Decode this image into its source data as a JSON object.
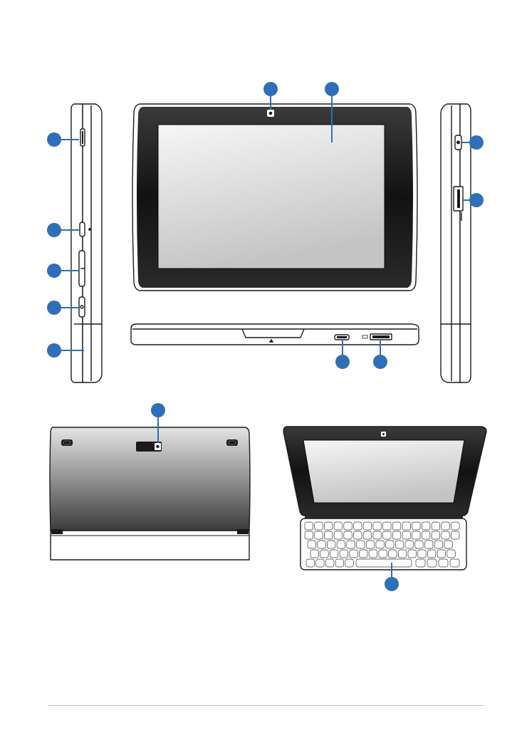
{
  "colors": {
    "callout": "#2f6fb8",
    "outline": "#1a1a1a",
    "bezel": "#141414",
    "screen_light": "#f3f3f3",
    "screen_dark": "#bdbdbd",
    "back_top": "#dcdcdc",
    "back_bottom": "#4a4a4a"
  },
  "views": {
    "left_side": {
      "callouts": 5
    },
    "front": {
      "callouts": 2
    },
    "right_side": {
      "callouts": 2
    },
    "bottom_edge": {
      "callouts": 2
    },
    "back": {
      "callouts": 1
    },
    "keyboard_dock": {
      "callouts": 1
    }
  },
  "icons": [
    "sd-card-icon",
    "mic-icon",
    "volume-rocker-icon",
    "power-icon",
    "camera-icon",
    "headphone-jack-icon",
    "usb-port-icon",
    "mini-hdmi-icon",
    "dock-connector-icon",
    "speaker-grille-icon",
    "keyboard-icon"
  ]
}
